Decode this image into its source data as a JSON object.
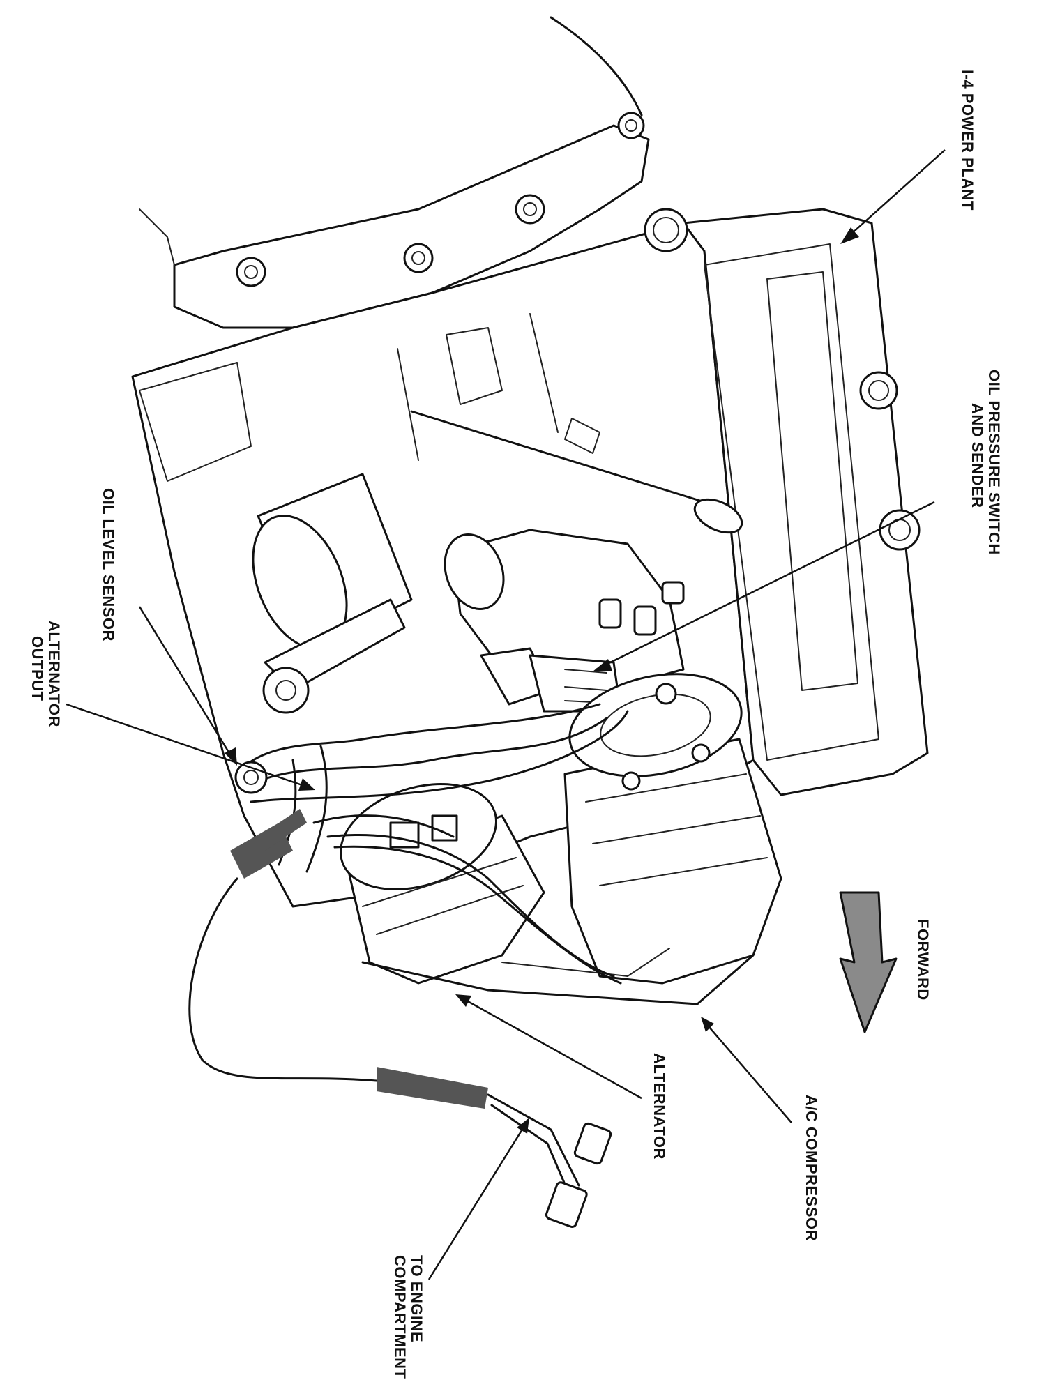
{
  "labels": {
    "power_plant": "I-4 POWER PLANT",
    "oil_pressure_line1": "OIL PRESSURE SWITCH",
    "oil_pressure_line2": "AND SENDER",
    "oil_level_sensor": "OIL LEVEL SENSOR",
    "alternator_output_line1": "ALTERNATOR",
    "alternator_output_line2": "OUTPUT",
    "forward": "FORWARD",
    "ac_compressor": "A/C COMPRESSOR",
    "alternator": "ALTERNATOR",
    "engine_wiring_line1": "TO ENGINE",
    "engine_wiring_line2": "COMPARTMENT WIRING"
  },
  "colors": {
    "ink": "#111111",
    "forward_arrow_fill": "#8a8a8a"
  }
}
